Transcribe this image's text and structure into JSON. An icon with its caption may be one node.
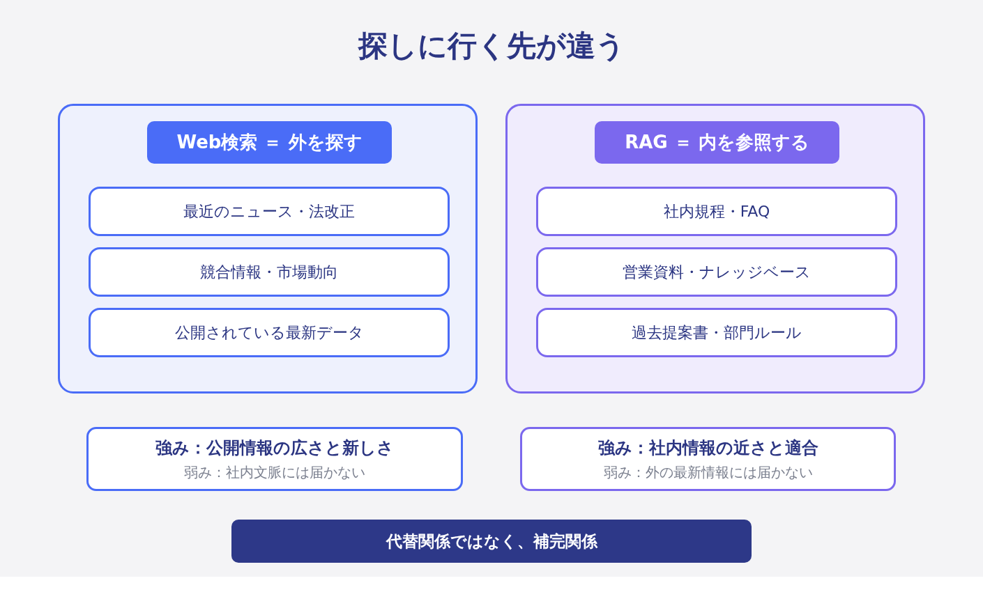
{
  "diagram": {
    "title": "探しに行く先が違う",
    "nodes": [
      {
        "text": [],
        "shape": "box"
      },
      {
        "text": [
          "Web検索 ＝ 外を探す"
        ],
        "in": 0
      },
      {
        "text": [
          "最近のニュース・法改正"
        ],
        "in": 0
      },
      {
        "text": [
          "競合情報・市場動向"
        ],
        "in": 0
      },
      {
        "text": [
          "公開されている最新データ"
        ],
        "in": 0
      },
      {
        "text": [],
        "shape": "box"
      },
      {
        "text": [
          "RAG ＝ 内を参照する"
        ],
        "in": 5
      },
      {
        "text": [
          "社内規程・FAQ"
        ],
        "in": 5
      },
      {
        "text": [
          "営業資料・ナレッジベース"
        ],
        "in": 5
      },
      {
        "text": [
          "過去提案書・部門ルール"
        ],
        "in": 5
      },
      {
        "text": [
          "強み：公開情報の広さと新しさ",
          "弱み：社内文脈には届かない"
        ]
      },
      {
        "text": [
          "強み：社内情報の近さと適合",
          "弱み：外の最新情報には届かない"
        ]
      },
      {
        "text": [
          "代替関係ではなく、補完関係"
        ]
      }
    ]
  }
}
